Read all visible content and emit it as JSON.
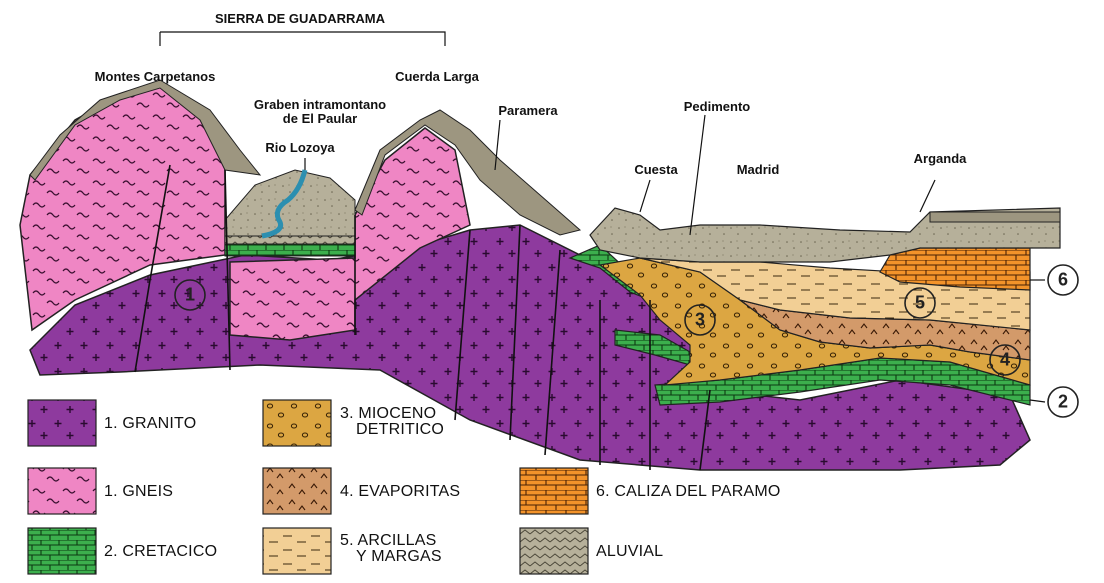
{
  "labels": {
    "sierra": "SIERRA DE GUADARRAMA",
    "montes": "Montes Carpetanos",
    "cuerda": "Cuerda Larga",
    "graben_l1": "Graben intramontano",
    "graben_l2": "de El Paular",
    "rio": "Rio Lozoya",
    "paramera": "Paramera",
    "pedimento": "Pedimento",
    "cuesta": "Cuesta",
    "madrid": "Madrid",
    "arganda": "Arganda"
  },
  "units": {
    "u1": "1",
    "u2": "2",
    "u3": "3",
    "u4": "4",
    "u5": "5",
    "u6": "6"
  },
  "legend": [
    {
      "key": "granito",
      "label": "1. GRANITO",
      "color": "#8e3a9e"
    },
    {
      "key": "gneis",
      "label": "1. GNEIS",
      "color": "#ef86c4"
    },
    {
      "key": "cretacico",
      "label": "2. CRETACICO",
      "color": "#3caf4d"
    },
    {
      "key": "mioceno",
      "label_l1": "3. MIOCENO",
      "label_l2": "DETRITICO",
      "color": "#dca642"
    },
    {
      "key": "evaporitas",
      "label": "4. EVAPORITAS",
      "color": "#d39a6a"
    },
    {
      "key": "arcillas",
      "label_l1": "5. ARCILLAS",
      "label_l2": "Y MARGAS",
      "color": "#f2cf95"
    },
    {
      "key": "caliza",
      "label": "6. CALIZA DEL PARAMO",
      "color": "#f3932a"
    },
    {
      "key": "aluvial",
      "label": "ALUVIAL",
      "color": "#a8a38c"
    }
  ],
  "colors": {
    "granito": "#8e3a9e",
    "gneis": "#ef86c4",
    "cretacico": "#3caf4d",
    "mioceno": "#dca642",
    "evaporitas": "#d39a6a",
    "arcillas": "#f2cf95",
    "caliza": "#f3932a",
    "aluvial": "#b6b09a",
    "river": "#2c8fb0"
  }
}
